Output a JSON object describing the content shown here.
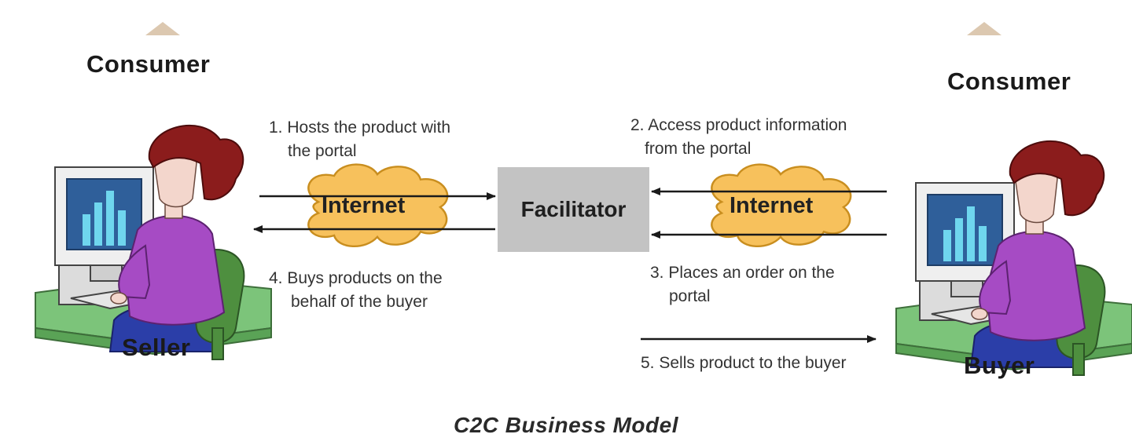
{
  "roles": {
    "consumer_left": "Consumer",
    "consumer_right": "Consumer",
    "seller": "Seller",
    "buyer": "Buyer"
  },
  "hub": {
    "label": "Facilitator"
  },
  "clouds": {
    "left": "Internet",
    "right": "Internet"
  },
  "steps": {
    "s1": [
      "1. Hosts the product with",
      "the portal"
    ],
    "s2": [
      "2. Access product information",
      "from the portal"
    ],
    "s3": [
      "3. Places an order on the",
      "portal"
    ],
    "s4": [
      "4. Buys products on the",
      "behalf of the buyer"
    ],
    "s5": "5. Sells product to the buyer"
  },
  "caption": "C2C Business Model",
  "colors": {
    "facilitator_fill": "#c3c3c3",
    "cloud_fill": "#f7c15c",
    "hair": "#8b1c1c",
    "sweater": "#a64bc4",
    "skirt": "#2b3ea8",
    "chair": "#4e8f3f",
    "desk": "#7cc47a",
    "screen": "#2f5f9a",
    "bars": "#6fd6ee"
  },
  "icons": [
    "consumer-at-computer-icon",
    "cloud-icon",
    "arrow-icon"
  ]
}
